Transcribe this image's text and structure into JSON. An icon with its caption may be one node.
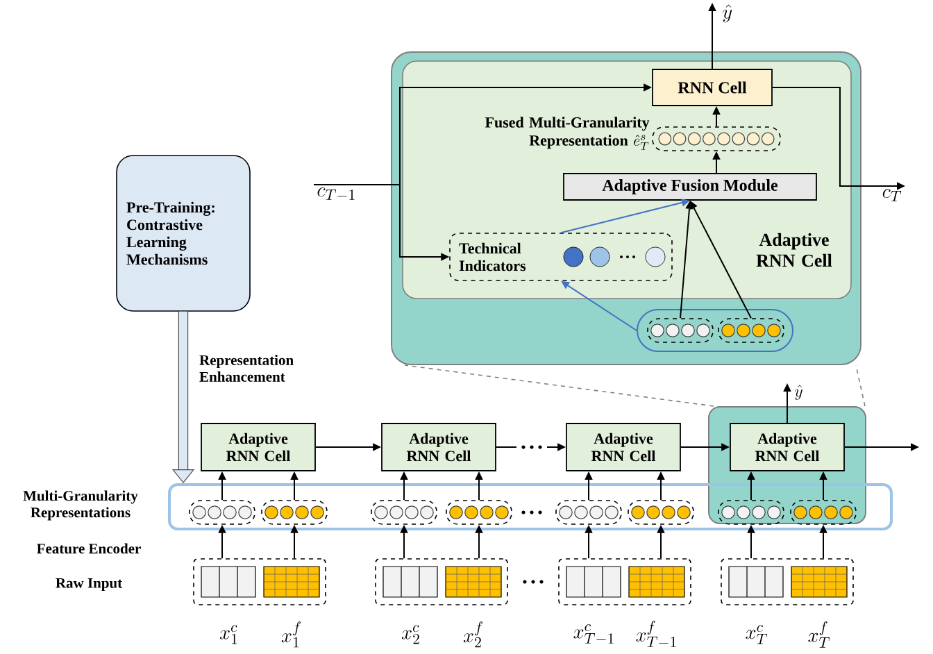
{
  "diagram": {
    "nodes": [
      {
        "text": [
          "Pre-Training: Contrastive Learning Mechanisms"
        ]
      },
      {
        "text": [
          "Adaptive RNN Cell"
        ]
      },
      {
        "text": [
          "RNN Cell"
        ],
        "in": 1
      },
      {
        "text": [
          "Fused Multi-Granularity Representation",
          "\\hat{e}_T^{s}"
        ],
        "in": 1
      },
      {
        "text": [
          "Adaptive Fusion Module"
        ],
        "in": 1
      },
      {
        "text": [
          "Technical Indicators"
        ],
        "in": 1
      },
      {
        "text": [],
        "shape": "box",
        "in": 1
      },
      {
        "text": [],
        "shape": "box",
        "in": 6
      },
      {
        "text": [],
        "shape": "box",
        "in": 6
      },
      {
        "text": [
          "\\hat{y}"
        ]
      },
      {
        "text": [
          "c_{T-1}"
        ]
      },
      {
        "text": [
          "c_T"
        ]
      },
      {
        "text": [
          "Multi-Granularity Representations"
        ]
      },
      {
        "text": [
          "Adaptive RNN Cell"
        ]
      },
      {
        "text": [
          "Adaptive RNN Cell"
        ]
      },
      {
        "text": [
          "Adaptive RNN Cell"
        ]
      },
      {
        "text": [
          "Adaptive RNN Cell"
        ],
        "in": 17
      },
      {
        "text": [],
        "shape": "box"
      },
      {
        "text": [],
        "shape": "box",
        "in": 12
      },
      {
        "text": [],
        "shape": "box",
        "in": 12
      },
      {
        "text": [],
        "shape": "box",
        "in": 12
      },
      {
        "text": [],
        "shape": "box",
        "in": 12
      },
      {
        "text": [],
        "shape": "box",
        "in": 12
      },
      {
        "text": [],
        "shape": "box",
        "in": 12
      },
      {
        "text": [],
        "shape": "box"
      },
      {
        "text": [],
        "shape": "box"
      },
      {
        "text": [],
        "shape": "box",
        "beside": [
          "x_1^c",
          "x_1^f"
        ]
      },
      {
        "text": [],
        "shape": "box",
        "beside": [
          "x_2^c",
          "x_2^f"
        ]
      },
      {
        "text": [],
        "shape": "box",
        "beside": [
          "x_{T-1}^c",
          "x_{T-1}^f"
        ]
      },
      {
        "text": [],
        "shape": "box",
        "beside": [
          "x_T^c",
          "x_T^f"
        ]
      },
      {
        "text": [
          "\\hat{y}"
        ]
      }
    ],
    "edges": [
      {
        "from": 0,
        "to": 12,
        "arrow": "to",
        "style": "thick",
        "label": "Representation Enhancement"
      },
      {
        "from": 10,
        "to": 2,
        "arrow": "to"
      },
      {
        "from": 10,
        "to": 5,
        "arrow": "to"
      },
      {
        "from": 7,
        "to": 4,
        "arrow": "to"
      },
      {
        "from": 8,
        "to": 4,
        "arrow": "to"
      },
      {
        "from": 6,
        "to": 5,
        "arrow": "to",
        "color": "#4472c4"
      },
      {
        "from": 5,
        "to": 4,
        "arrow": "to",
        "color": "#4472c4"
      },
      {
        "from": 4,
        "to": 3,
        "arrow": "to"
      },
      {
        "from": 3,
        "to": 2,
        "arrow": "to"
      },
      {
        "from": 2,
        "to": 9,
        "arrow": "to"
      },
      {
        "from": 2,
        "to": 11,
        "arrow": "to"
      },
      {
        "from": 13,
        "to": 14,
        "arrow": "to"
      },
      {
        "from": 14,
        "to": 15,
        "arrow": "to"
      },
      {
        "from": 15,
        "to": 16,
        "arrow": "to"
      },
      {
        "from": 16,
        "to": null,
        "arrow": "to"
      },
      {
        "from": 16,
        "to": 30,
        "arrow": "to"
      },
      {
        "from": 18,
        "to": 13,
        "arrow": "to"
      },
      {
        "from": 19,
        "to": 13,
        "arrow": "to"
      },
      {
        "from": 20,
        "to": 14,
        "arrow": "to"
      },
      {
        "from": 21,
        "to": 14,
        "arrow": "to"
      },
      {
        "from": 22,
        "to": 15,
        "arrow": "to"
      },
      {
        "from": 23,
        "to": 15,
        "arrow": "to"
      },
      {
        "from": 24,
        "to": 16,
        "arrow": "to"
      },
      {
        "from": 25,
        "to": 16,
        "arrow": "to"
      },
      {
        "from": 26,
        "to": 18,
        "arrow": "to"
      },
      {
        "from": 26,
        "to": 19,
        "arrow": "to"
      },
      {
        "from": 27,
        "to": 20,
        "arrow": "to"
      },
      {
        "from": 27,
        "to": 21,
        "arrow": "to"
      },
      {
        "from": 28,
        "to": 22,
        "arrow": "to"
      },
      {
        "from": 28,
        "to": 23,
        "arrow": "to"
      },
      {
        "from": 29,
        "to": 24,
        "arrow": "to"
      },
      {
        "from": 29,
        "to": 25,
        "arrow": "to"
      },
      {
        "from": 17,
        "to": 1,
        "arrow": "none",
        "style": "dashed",
        "color": "#808080"
      },
      {
        "from": 17,
        "to": 1,
        "arrow": "none",
        "style": "dashed",
        "color": "#808080"
      }
    ],
    "labels": [
      "Feature Encoder",
      "Raw Input"
    ]
  }
}
